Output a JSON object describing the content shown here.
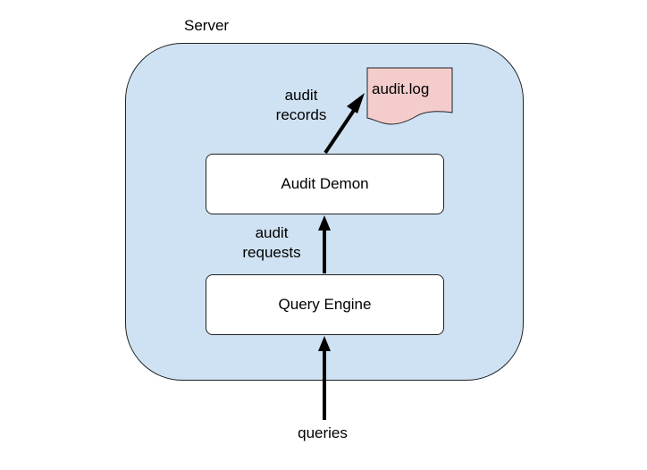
{
  "server": {
    "label": "Server"
  },
  "nodes": {
    "audit_demon": "Audit Demon",
    "query_engine": "Query Engine"
  },
  "document": {
    "label": "audit.log",
    "fill_color": "#f4cccc"
  },
  "edges": {
    "audit_records": [
      "audit",
      "records"
    ],
    "audit_requests": [
      "audit",
      "requests"
    ],
    "queries": "queries"
  },
  "colors": {
    "server_fill": "#cfe2f3",
    "node_fill": "#ffffff",
    "stroke": "#000000"
  }
}
